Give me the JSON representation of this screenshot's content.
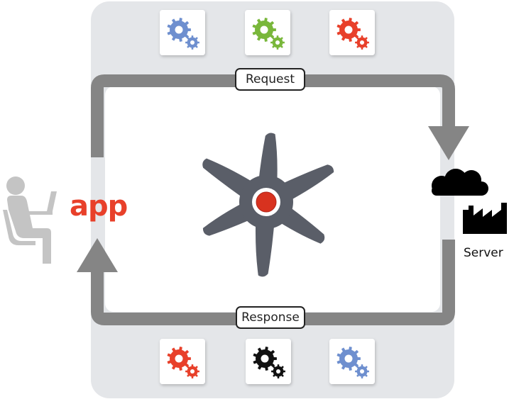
{
  "labels": {
    "request": "Request",
    "response": "Response",
    "app": "app",
    "server": "Server"
  },
  "colors": {
    "panel": "#e4e6e9",
    "arrow": "#858585",
    "app": "#e8402a",
    "hub": "#5a5e68",
    "hub_center": "#d8321f",
    "gear_blue": "#6e8fcf",
    "gear_green": "#79b73b",
    "gear_red": "#e8402a",
    "gear_black": "#111111",
    "person": "#c4c4c4"
  },
  "top_gears": [
    {
      "name": "gear-tile-blue-top",
      "color_key": "gear_blue"
    },
    {
      "name": "gear-tile-green-top",
      "color_key": "gear_green"
    },
    {
      "name": "gear-tile-red-top",
      "color_key": "gear_red"
    }
  ],
  "bottom_gears": [
    {
      "name": "gear-tile-red-bottom",
      "color_key": "gear_red"
    },
    {
      "name": "gear-tile-black-bottom",
      "color_key": "gear_black"
    },
    {
      "name": "gear-tile-blue-bottom",
      "color_key": "gear_blue"
    }
  ]
}
